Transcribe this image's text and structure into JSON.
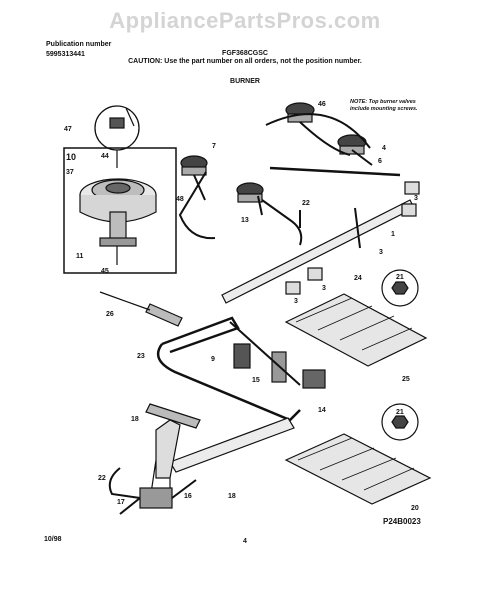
{
  "watermark": "AppliancePartsPros.com",
  "header": {
    "publication_label": "Publication number",
    "publication_number": "5995313441",
    "model": "FGF368CGSC",
    "caution": "CAUTION: Use the part number on all orders, not the position number.",
    "section_title": "BURNER"
  },
  "note": {
    "line1": "NOTE: Top burner valves",
    "line2": "include mounting screws."
  },
  "callouts": {
    "c1": "1",
    "c3a": "3",
    "c3b": "3",
    "c3c": "3",
    "c3d": "3",
    "c4": "4",
    "c6": "6",
    "c7": "7",
    "c9": "9",
    "c10": "10",
    "c11": "11",
    "c13": "13",
    "c14": "14",
    "c15": "15",
    "c16": "16",
    "c17": "17",
    "c18a": "18",
    "c18b": "18",
    "c20": "20",
    "c21a": "21",
    "c21b": "21",
    "c22a": "22",
    "c22b": "22",
    "c23": "23",
    "c24": "24",
    "c25": "25",
    "c26": "26",
    "c37": "37",
    "c44": "44",
    "c45": "45",
    "c46": "46",
    "c47": "47",
    "c48": "48"
  },
  "figure_code": "P24B0023",
  "footer": {
    "date": "10/98",
    "page": "4"
  }
}
